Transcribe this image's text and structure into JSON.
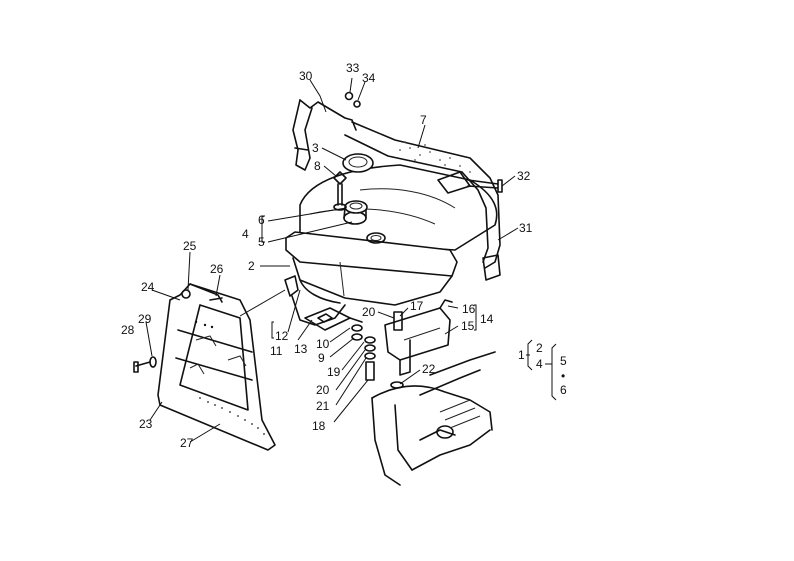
{
  "labels": [
    {
      "id": "p2",
      "text": "2"
    },
    {
      "id": "p3",
      "text": "3"
    },
    {
      "id": "p4",
      "text": "4"
    },
    {
      "id": "p5a",
      "text": "5"
    },
    {
      "id": "p6a",
      "text": "6"
    },
    {
      "id": "p7",
      "text": "7"
    },
    {
      "id": "p8",
      "text": "8"
    },
    {
      "id": "p9",
      "text": "9"
    },
    {
      "id": "p10",
      "text": "10"
    },
    {
      "id": "p11",
      "text": "11"
    },
    {
      "id": "p12",
      "text": "12"
    },
    {
      "id": "p13",
      "text": "13"
    },
    {
      "id": "p14",
      "text": "14"
    },
    {
      "id": "p15",
      "text": "15"
    },
    {
      "id": "p16",
      "text": "16"
    },
    {
      "id": "p17",
      "text": "17"
    },
    {
      "id": "p18",
      "text": "18"
    },
    {
      "id": "p19",
      "text": "19"
    },
    {
      "id": "p20a",
      "text": "20"
    },
    {
      "id": "p20b",
      "text": "20"
    },
    {
      "id": "p21",
      "text": "21"
    },
    {
      "id": "p22",
      "text": "22"
    },
    {
      "id": "p23",
      "text": "23"
    },
    {
      "id": "p24",
      "text": "24"
    },
    {
      "id": "p25",
      "text": "25"
    },
    {
      "id": "p26",
      "text": "26"
    },
    {
      "id": "p27",
      "text": "27"
    },
    {
      "id": "p28",
      "text": "28"
    },
    {
      "id": "p29",
      "text": "29"
    },
    {
      "id": "p30",
      "text": "30"
    },
    {
      "id": "p31",
      "text": "31"
    },
    {
      "id": "p32",
      "text": "32"
    },
    {
      "id": "p33",
      "text": "33"
    },
    {
      "id": "p34",
      "text": "34"
    }
  ],
  "legend": {
    "n1": "1",
    "n2": "2",
    "n4": "4",
    "n5": "5",
    "dot": "•",
    "n6": "6"
  }
}
